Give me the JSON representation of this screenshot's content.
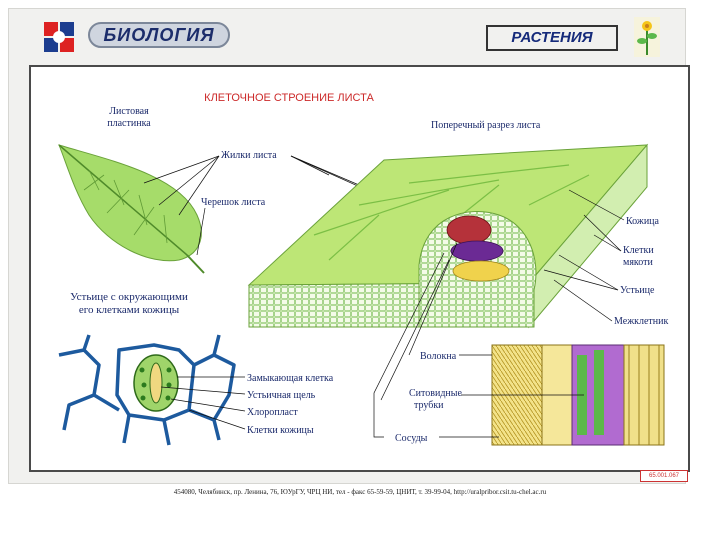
{
  "header": {
    "subject": "БИОЛОГИЯ",
    "topic": "РАСТЕНИЯ",
    "brand_color": "#1c2d6b",
    "accent_color": "#cc2a2a"
  },
  "diagram": {
    "title": "КЛЕТОЧНОЕ СТРОЕНИЕ ЛИСТА",
    "blade_label": [
      "Листовая",
      "пластинка"
    ],
    "veins_label": "Жилки листа",
    "petiole_label": "Черешок листа",
    "section_label": "Поперечный разрез листа",
    "epidermis_label": "Кожица",
    "mesophyll_label": [
      "Клетки",
      "мякоти"
    ],
    "stoma_label": "Устьице",
    "intercellular_label": "Межклетник",
    "fibers_label": "Волокна",
    "sieve_tubes_label": [
      "Ситовидные",
      "трубки"
    ],
    "vessels_label": "Сосуды",
    "stoma_panel_title": [
      "Устьице с окружающими",
      "его клетками кожицы"
    ],
    "guard_cell_label": "Замыкающая клетка",
    "stomatal_slit_label": "Устьичная щель",
    "chloroplast_label": "Хлоропласт",
    "skin_cells_label": "Клетки кожицы"
  },
  "footer": {
    "address": "454080, Челябинск, пр. Ленина, 76, ЮУрГУ, ЧРЦ НИ, тел - факс 65-59-59, ЦНИТ, т. 39-99-04, http://uralpribor.csit.tu-chel.ac.ru",
    "code": "65.001.067"
  }
}
